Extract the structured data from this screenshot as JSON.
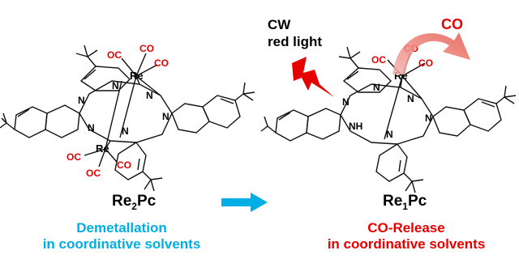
{
  "scheme": {
    "light_line_1": "CW",
    "light_line_2": "red light",
    "released_product": "CO",
    "left": {
      "compound": {
        "prefix": "Re",
        "subscript": "2",
        "suffix": "Pc"
      },
      "caption_line_1": "Demetallation",
      "caption_line_2": "in coordinative solvents"
    },
    "right": {
      "compound": {
        "prefix": "Re",
        "subscript": "1",
        "suffix": "Pc"
      },
      "caption_line_1": "CO-Release",
      "caption_line_2": "in  coordinative solvents"
    },
    "colors": {
      "demetallation": "#00aee6",
      "co_release": "#e60000",
      "carbonyl": "#e60000",
      "arrow": "#00aee6"
    },
    "icons": [
      "lightning-bolt-icon",
      "co-release-arrow",
      "reaction-arrow"
    ]
  }
}
